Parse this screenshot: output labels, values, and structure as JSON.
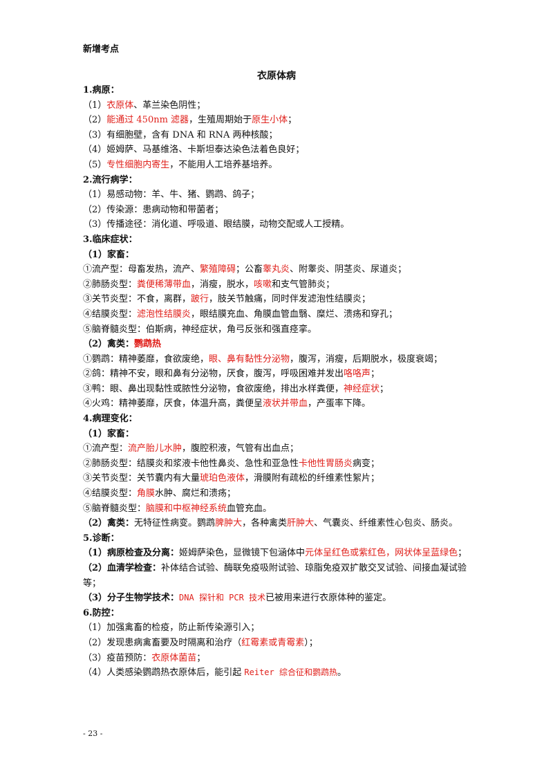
{
  "header": "新增考点",
  "title": "衣原体病",
  "lines": [
    {
      "cls": "sec",
      "parts": [
        {
          "t": "1.病原："
        }
      ]
    },
    {
      "parts": [
        {
          "t": "（1）"
        },
        {
          "t": "衣原体",
          "r": 1
        },
        {
          "t": "、革兰染色阴性；"
        }
      ]
    },
    {
      "parts": [
        {
          "t": "（2）"
        },
        {
          "t": "能通过 450nm 滤器",
          "r": 1
        },
        {
          "t": "，生殖周期始于"
        },
        {
          "t": "原生小体",
          "r": 1
        },
        {
          "t": "；"
        }
      ]
    },
    {
      "parts": [
        {
          "t": "（3）有细胞壁，含有 DNA 和 RNA 两种核酸；"
        }
      ]
    },
    {
      "parts": [
        {
          "t": "（4）姬姆萨、马基维洛、卡斯坦泰达染色法着色良好；"
        }
      ]
    },
    {
      "parts": [
        {
          "t": "（5）"
        },
        {
          "t": "专性细胞内寄生",
          "r": 1
        },
        {
          "t": "，不能用人工培养基培养。"
        }
      ]
    },
    {
      "cls": "sec",
      "parts": [
        {
          "t": "2.流行病学："
        }
      ]
    },
    {
      "parts": [
        {
          "t": "（1）易感动物：羊、牛、猪、鹦鹉、鸽子；"
        }
      ]
    },
    {
      "parts": [
        {
          "t": "（2）传染源：患病动物和带菌者；"
        }
      ]
    },
    {
      "parts": [
        {
          "t": "（3）传播途径：消化道、呼吸道、眼结膜，动物交配或人工授精。"
        }
      ]
    },
    {
      "cls": "sec",
      "parts": [
        {
          "t": "3.临床症状："
        }
      ]
    },
    {
      "cls": "sub",
      "parts": [
        {
          "t": "（1）家畜："
        }
      ]
    },
    {
      "parts": [
        {
          "t": "①流产型：母畜发热，流产、"
        },
        {
          "t": "繁殖障碍",
          "r": 1
        },
        {
          "t": "；公畜"
        },
        {
          "t": "睾丸炎",
          "r": 1
        },
        {
          "t": "、附睾炎、阴茎炎、尿道炎；"
        }
      ]
    },
    {
      "parts": [
        {
          "t": "②肺肠炎型："
        },
        {
          "t": "粪便稀薄带血",
          "r": 1
        },
        {
          "t": "，消瘦，脱水，"
        },
        {
          "t": "咳嗽",
          "r": 1
        },
        {
          "t": "和支气管肺炎；"
        }
      ]
    },
    {
      "parts": [
        {
          "t": "③关节炎型：不食，离群，"
        },
        {
          "t": "跛行",
          "r": 1
        },
        {
          "t": "，肢关节触痛，同时伴发滤泡性结膜炎；"
        }
      ]
    },
    {
      "parts": [
        {
          "t": "④结膜炎型："
        },
        {
          "t": "滤泡性结膜炎",
          "r": 1
        },
        {
          "t": "，眼结膜充血、角膜血管血翳、糜烂、溃疡和穿孔；"
        }
      ]
    },
    {
      "parts": [
        {
          "t": "⑤脑脊髓炎型：伯斯病，神经症状，角弓反张和强直痉挛。"
        }
      ]
    },
    {
      "cls": "sub",
      "parts": [
        {
          "t": "（2）禽类："
        },
        {
          "t": "鹦鹉热",
          "r": 1
        }
      ]
    },
    {
      "parts": [
        {
          "t": "①鹦鹉：精神萎靡，食欲废绝，"
        },
        {
          "t": "眼、鼻有黏性分泌物",
          "r": 1
        },
        {
          "t": "，腹泻，消瘦，后期脱水，极度衰竭；"
        }
      ]
    },
    {
      "parts": [
        {
          "t": "②鸽：精神不安，眼和鼻有分泌物，厌食，腹泻，呼吸困难并发出"
        },
        {
          "t": "咯咯声",
          "r": 1
        },
        {
          "t": "；"
        }
      ]
    },
    {
      "parts": [
        {
          "t": "③鸭：眼、鼻出现黏性或脓性分泌物，食欲废绝，排出水样粪便，"
        },
        {
          "t": "神经症状",
          "r": 1
        },
        {
          "t": "；"
        }
      ]
    },
    {
      "parts": [
        {
          "t": "④火鸡：精神萎靡，厌食，体温升高，粪便呈"
        },
        {
          "t": "液状并带血",
          "r": 1
        },
        {
          "t": "，产蛋率下降。"
        }
      ]
    },
    {
      "cls": "sec",
      "parts": [
        {
          "t": "4.病理变化："
        }
      ]
    },
    {
      "cls": "sub",
      "parts": [
        {
          "t": "（1）家畜："
        }
      ]
    },
    {
      "parts": [
        {
          "t": "①流产型："
        },
        {
          "t": "流产胎儿水肿",
          "r": 1
        },
        {
          "t": "，腹腔积液，气管有出血点；"
        }
      ]
    },
    {
      "parts": [
        {
          "t": "②肺肠炎型：结膜炎和浆液卡他性鼻炎、急性和亚急性"
        },
        {
          "t": "卡他性胃肠炎",
          "r": 1
        },
        {
          "t": "病变；"
        }
      ]
    },
    {
      "parts": [
        {
          "t": "③关节炎型：关节囊内有大量"
        },
        {
          "t": "琥珀色液体",
          "r": 1
        },
        {
          "t": "，滑膜附有疏松的纤维素性絮片；"
        }
      ]
    },
    {
      "parts": [
        {
          "t": "④结膜炎型："
        },
        {
          "t": "角膜",
          "r": 1
        },
        {
          "t": "水肿、腐烂和溃疡；"
        }
      ]
    },
    {
      "parts": [
        {
          "t": "⑤脑脊髓炎型："
        },
        {
          "t": "脑膜和中枢神经系统",
          "r": 1
        },
        {
          "t": "血管充血。"
        }
      ]
    },
    {
      "wrap": 1,
      "parts": [
        {
          "t": "（2）禽类：",
          "b": 1
        },
        {
          "t": "无特征性病变。鹦鹉"
        },
        {
          "t": "脾肿大",
          "r": 1
        },
        {
          "t": "，各种禽类"
        },
        {
          "t": "肝肿大",
          "r": 1
        },
        {
          "t": "、气囊炎、纤维素性心包炎、肠炎。"
        }
      ]
    },
    {
      "cls": "sec",
      "parts": [
        {
          "t": "5.诊断："
        }
      ]
    },
    {
      "wrap": 1,
      "parts": [
        {
          "t": "（1）病原检查及分离：",
          "b": 1
        },
        {
          "t": "姬姆萨染色，显微镜下包涵体中"
        },
        {
          "t": "元体呈红色或紫红色，网状体呈蓝绿色",
          "r": 1
        },
        {
          "t": "；"
        }
      ]
    },
    {
      "wrap": 1,
      "parts": [
        {
          "t": "（2）血清学检查：",
          "b": 1
        },
        {
          "t": "补体结合试验、酶联免疫吸附试验、琼脂免疫双扩散交叉试验、间接血凝试验等；"
        }
      ]
    },
    {
      "parts": [
        {
          "t": "（3）分子生物学技术：",
          "b": 1
        },
        {
          "t": "DNA 探针和 PCR 技术",
          "r": 1,
          "m": 1
        },
        {
          "t": "已被用来进行衣原体种的鉴定。"
        }
      ]
    },
    {
      "cls": "sec",
      "parts": [
        {
          "t": "6.防控："
        }
      ]
    },
    {
      "parts": [
        {
          "t": "（1）加强禽畜的检疫，防止新传染源引入；"
        }
      ]
    },
    {
      "parts": [
        {
          "t": "（2）发现患病禽畜要及时隔离和治疗（"
        },
        {
          "t": "红霉素或青霉素",
          "r": 1
        },
        {
          "t": "）；"
        }
      ]
    },
    {
      "parts": [
        {
          "t": "（3）疫苗预防："
        },
        {
          "t": "衣原体菌苗",
          "r": 1
        },
        {
          "t": "；"
        }
      ]
    },
    {
      "parts": [
        {
          "t": "（4）人类感染鹦鹉热衣原体后，能引起 "
        },
        {
          "t": "Reiter 综合征和鹦鹉热",
          "r": 1,
          "m": 1
        },
        {
          "t": "。"
        }
      ]
    }
  ],
  "footer": "- 23 -"
}
